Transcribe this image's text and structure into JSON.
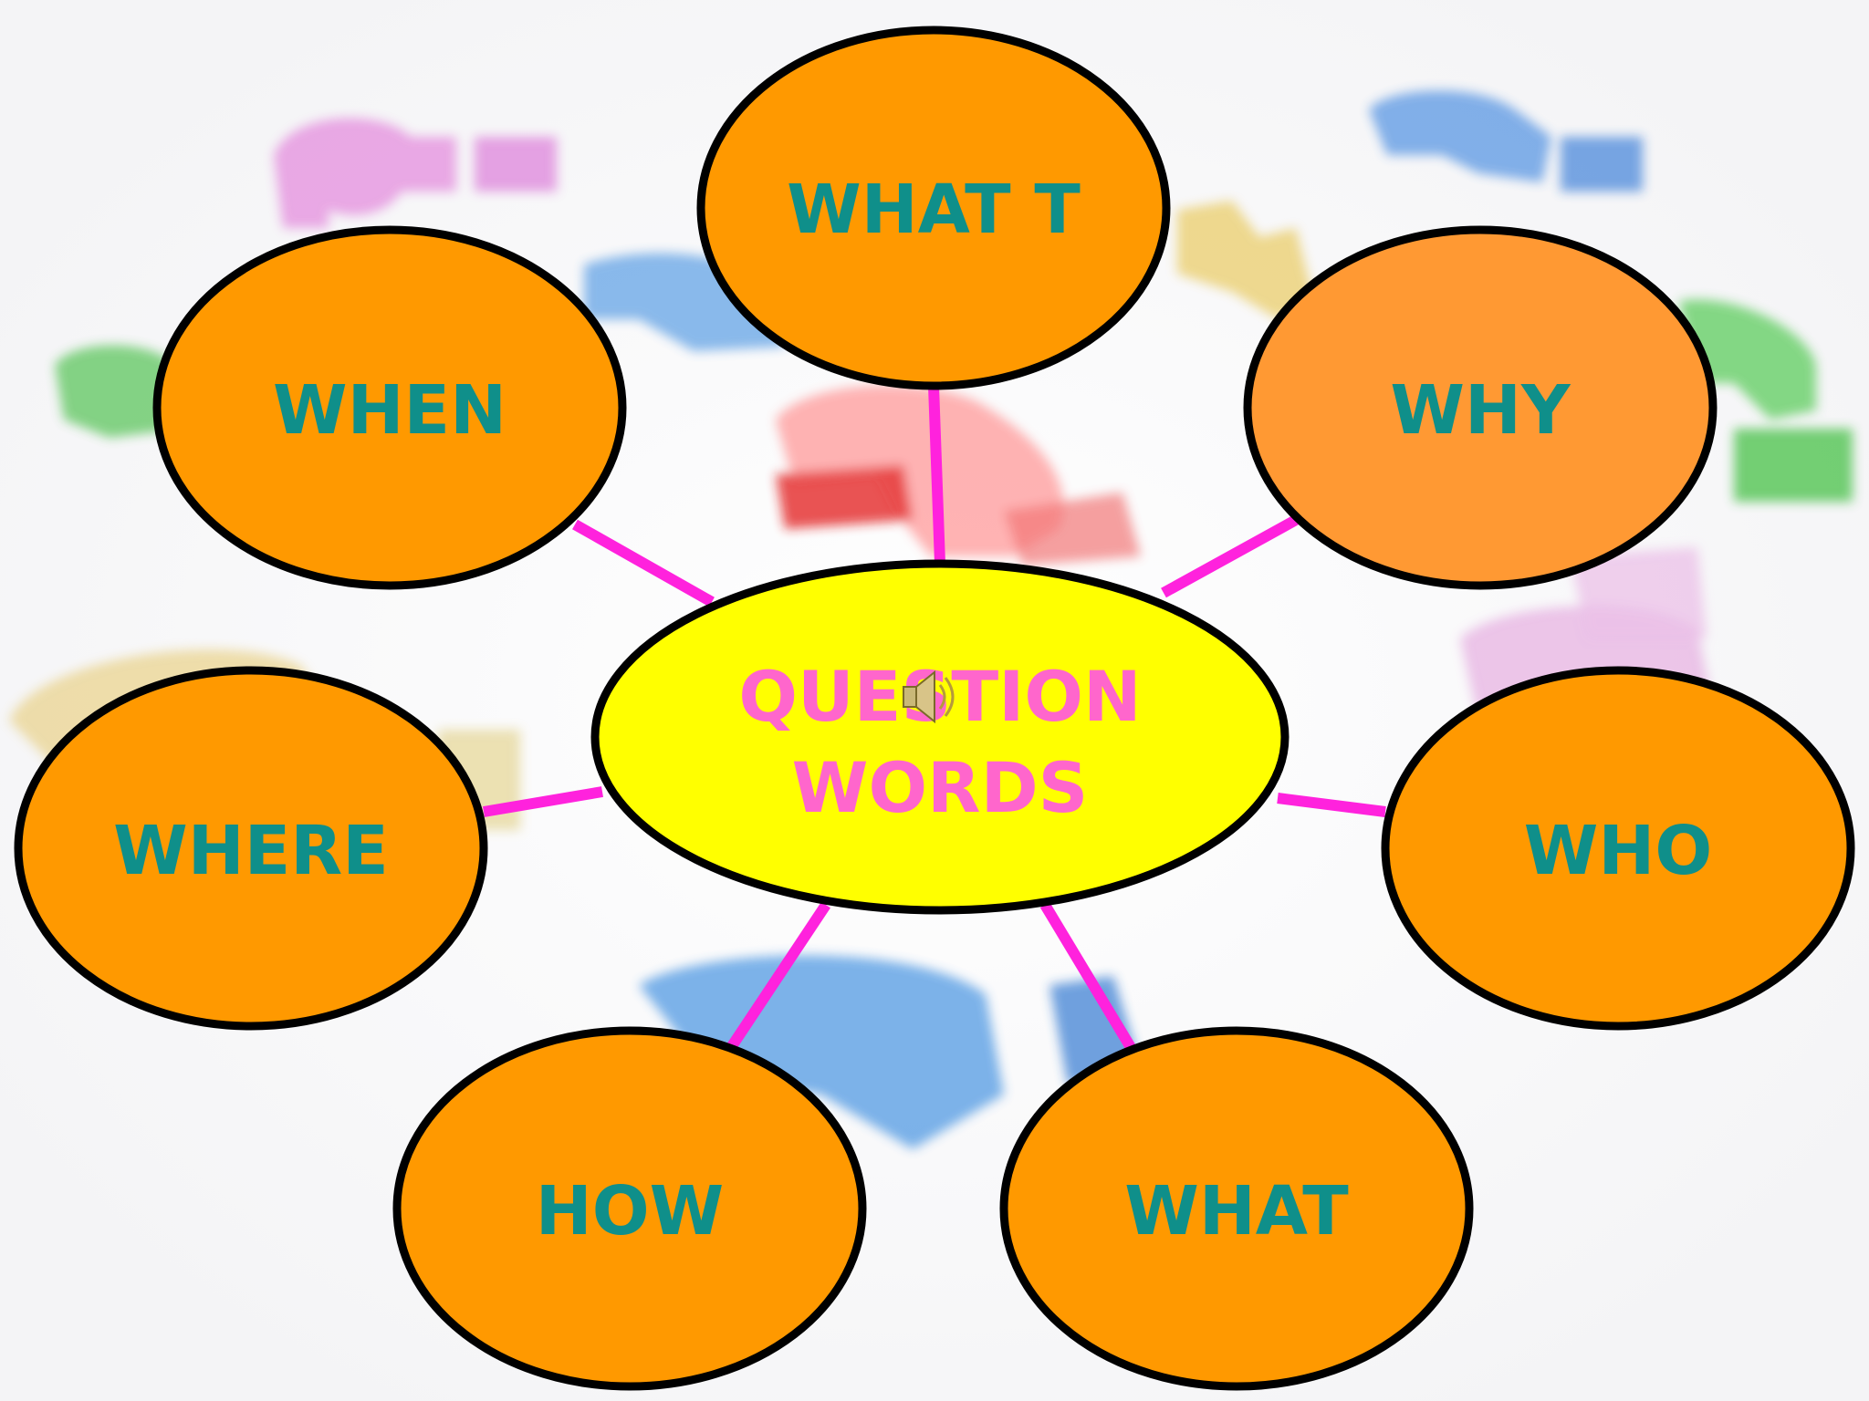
{
  "center": {
    "line1": "QUESTION",
    "line2": "WORDS",
    "fill": "#ffff00",
    "text_color": "#ff66cc"
  },
  "nodes": [
    {
      "id": "what-top",
      "label": "WHAT T",
      "fill": "#ff9900"
    },
    {
      "id": "when",
      "label": "WHEN",
      "fill": "#ff9900"
    },
    {
      "id": "why",
      "label": "WHY",
      "fill": "#ff9933"
    },
    {
      "id": "where",
      "label": "WHERE",
      "fill": "#ff9900"
    },
    {
      "id": "who",
      "label": "WHO",
      "fill": "#ff9900"
    },
    {
      "id": "how",
      "label": "HOW",
      "fill": "#ff9900"
    },
    {
      "id": "what",
      "label": "WHAT",
      "fill": "#ff9900"
    }
  ],
  "colors": {
    "node_text": "#0f8f8a",
    "connector": "#ff22dd",
    "outline": "#000000"
  },
  "icons": {
    "speaker": "speaker-icon"
  }
}
